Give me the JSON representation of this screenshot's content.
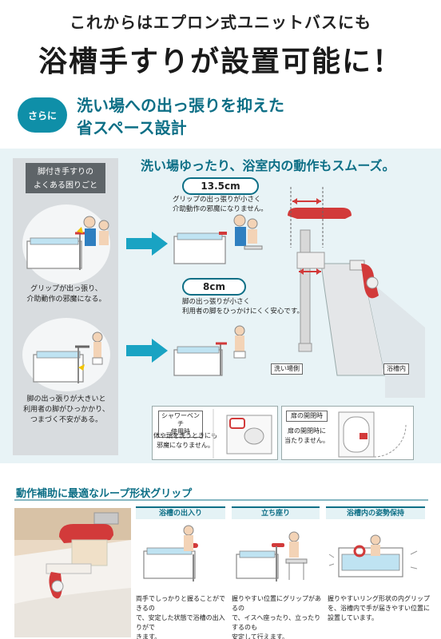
{
  "header": {
    "line1": "これからはエプロン式ユニットバスにも",
    "line2": "浴槽手すりが設置可能に！",
    "badge": "さらに",
    "sub_line1": "洗い場への出っ張りを抑えた",
    "sub_line2": "省スペース設計"
  },
  "left_panel": {
    "title_line1": "脚付き手すりの",
    "title_line2": "よくある困りごと",
    "note1_line1": "グリップが出っ張り、",
    "note1_line2": "介助動作の邪魔になる。",
    "note2_line1": "脚の出っ張りが大きいと",
    "note2_line2": "利用者の脚がひっかかり、",
    "note2_line3": "つまづく不安がある。"
  },
  "right_panel": {
    "heading": "洗い場ゆったり、浴室内の動作もスムーズ。",
    "dim1": "13.5cm",
    "dim1_note_line1": "グリップの出っ張りが小さく",
    "dim1_note_line2": "介助動作の邪魔になりません。",
    "dim2": "8cm",
    "dim2_note_line1": "脚の出っ張りが小さく",
    "dim2_note_line2": "利用者の脚をひっかけにくく安心です。",
    "label_wash": "洗い場側",
    "label_tub": "浴槽内",
    "box1_label_line1": "シャワーベンチ",
    "box1_label_line2": "使用時",
    "box1_note_line1": "体や頭を洗うときにも",
    "box1_note_line2": "邪魔になりません。",
    "box2_label": "扉の開閉時",
    "box2_note_line1": "扉の開閉時に",
    "box2_note_line2": "当たりません。"
  },
  "bottom": {
    "heading": "動作補助に最適なループ形状グリップ",
    "tabs": [
      {
        "label": "浴槽の出入り",
        "desc_line1": "両手でしっかりと握ることができるの",
        "desc_line2": "で、安定した状態で浴槽の出入りがで",
        "desc_line3": "きます。"
      },
      {
        "label": "立ち座り",
        "desc_line1": "握りやすい位置にグリップがあるの",
        "desc_line2": "で、イスへ座ったり、立ったりするのも",
        "desc_line3": "安定して行えます。"
      },
      {
        "label": "浴槽内の姿勢保持",
        "desc_line1": "握りやすいリング形状の内グリップ",
        "desc_line2": "を、浴槽内で手が届きやすい位置に",
        "desc_line3": "設置しています。"
      }
    ]
  },
  "colors": {
    "accent": "#0d6f86",
    "badge": "#0f8fa8",
    "grip_red": "#d23a3a",
    "panel_bg": "#e8f3f6"
  }
}
